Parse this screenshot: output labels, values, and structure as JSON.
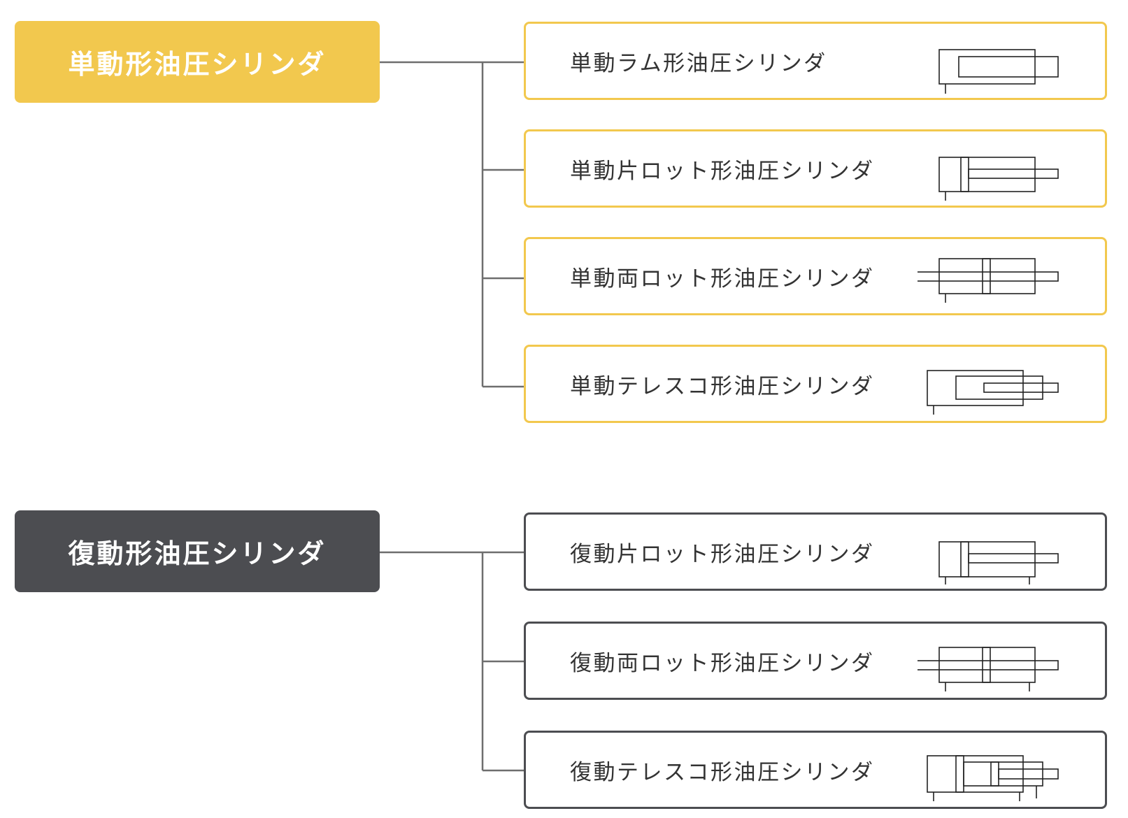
{
  "groups": [
    {
      "id": "single",
      "label": "単動形油圧シリンダ",
      "accent": "#f2c84e",
      "children": [
        {
          "label": "単動ラム形油圧シリンダ",
          "symbol": "ram-cylinder-icon"
        },
        {
          "label": "単動片ロット形油圧シリンダ",
          "symbol": "single-rod-cylinder-icon"
        },
        {
          "label": "単動両ロット形油圧シリンダ",
          "symbol": "double-rod-cylinder-icon"
        },
        {
          "label": "単動テレスコ形油圧シリンダ",
          "symbol": "telescopic-cylinder-icon"
        }
      ]
    },
    {
      "id": "double",
      "label": "復動形油圧シリンダ",
      "accent": "#4c4d51",
      "children": [
        {
          "label": "復動片ロット形油圧シリンダ",
          "symbol": "single-rod-cylinder-icon"
        },
        {
          "label": "復動両ロット形油圧シリンダ",
          "symbol": "double-rod-cylinder-icon"
        },
        {
          "label": "復動テレスコ形油圧シリンダ",
          "symbol": "telescopic-cylinder-icon"
        }
      ]
    }
  ]
}
